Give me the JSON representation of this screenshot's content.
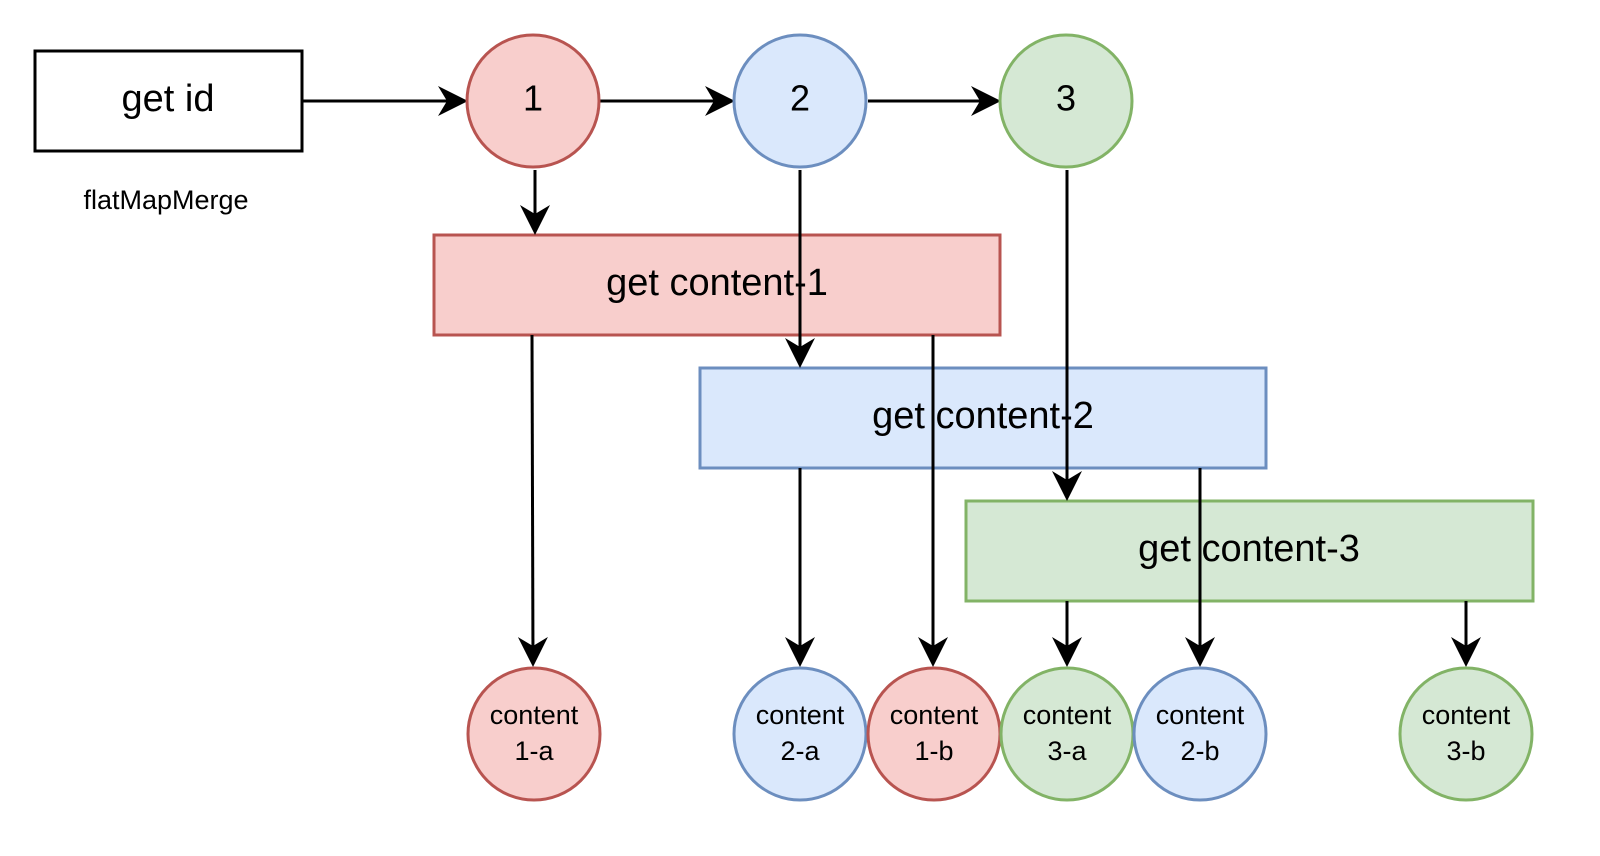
{
  "source_box": {
    "label": "get id"
  },
  "operator_label": "flatMapMerge",
  "id_nodes": [
    {
      "label": "1",
      "fill": "#f8cecc",
      "stroke": "#b85450"
    },
    {
      "label": "2",
      "fill": "#dae8fc",
      "stroke": "#6c8ebf"
    },
    {
      "label": "3",
      "fill": "#d5e8d4",
      "stroke": "#82b366"
    }
  ],
  "content_boxes": [
    {
      "label": "get content-1",
      "fill": "#f8cecc",
      "stroke": "#b85450"
    },
    {
      "label": "get content-2",
      "fill": "#dae8fc",
      "stroke": "#6c8ebf"
    },
    {
      "label": "get content-3",
      "fill": "#d5e8d4",
      "stroke": "#82b366"
    }
  ],
  "result_nodes": [
    {
      "line1": "content",
      "line2": "1-a",
      "fill": "#f8cecc",
      "stroke": "#b85450"
    },
    {
      "line1": "content",
      "line2": "2-a",
      "fill": "#dae8fc",
      "stroke": "#6c8ebf"
    },
    {
      "line1": "content",
      "line2": "1-b",
      "fill": "#f8cecc",
      "stroke": "#b85450"
    },
    {
      "line1": "content",
      "line2": "3-a",
      "fill": "#d5e8d4",
      "stroke": "#82b366"
    },
    {
      "line1": "content",
      "line2": "2-b",
      "fill": "#dae8fc",
      "stroke": "#6c8ebf"
    },
    {
      "line1": "content",
      "line2": "3-b",
      "fill": "#d5e8d4",
      "stroke": "#82b366"
    }
  ]
}
